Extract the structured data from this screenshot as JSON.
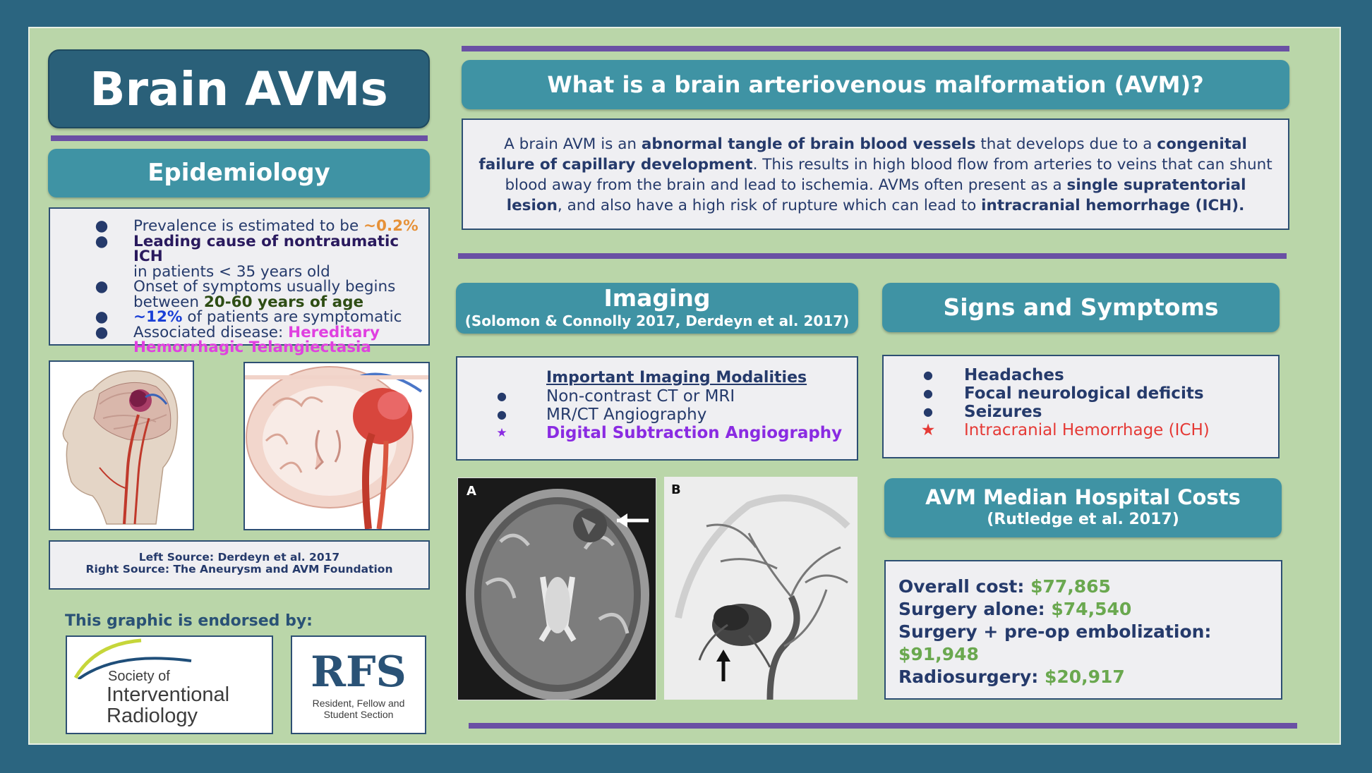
{
  "title": "Brain AVMs",
  "epidemiology": {
    "heading": "Epidemiology",
    "prevalence_pre": "Prevalence is estimated to be ",
    "prevalence_value": "~0.2%",
    "leading_cause": "Leading cause of nontraumatic ICH",
    "leading_cause_cont": "in patients < 35 years old",
    "onset_pre": "Onset of symptoms usually begins",
    "onset_between": "between ",
    "onset_value": "20-60 years of age",
    "symptomatic_value": "~12%",
    "symptomatic_post": " of patients are symptomatic",
    "associated_pre": "Associated disease: ",
    "associated_value_1": "Hereditary",
    "associated_value_2": "Hemorrhagic Telangiectasia"
  },
  "sources": {
    "left": "Left Source: Derdeyn et al. 2017",
    "right": "Right Source: The Aneurysm and AVM Foundation"
  },
  "endorsed": {
    "label": "This graphic is endorsed by:",
    "sir_line1": "Society of",
    "sir_line2": "Interventional",
    "sir_line3": "Radiology",
    "rfs_title": "RFS",
    "rfs_line1": "Resident, Fellow and",
    "rfs_line2": "Student Section"
  },
  "what_is": {
    "heading": "What is a brain arteriovenous malformation (AVM)?",
    "t1": "A brain AVM is an ",
    "b1": "abnormal tangle of brain blood vessels",
    "t2": " that develops due to a ",
    "b2": "congenital failure of capillary development",
    "t3": ". This results in high blood flow from arteries to veins that can shunt blood away from the brain and lead to ischemia. AVMs often present as a ",
    "b3": "single supratentorial lesion",
    "t4": ", and also have a high risk of rupture which can lead to ",
    "b4": "intracranial hemorrhage (ICH)."
  },
  "imaging": {
    "heading": "Imaging",
    "citation": "(Solomon & Connolly 2017, Derdeyn et al. 2017)",
    "subheading": "Important Imaging Modalities",
    "items": [
      "Non-contrast CT or MRI",
      "MR/CT Angiography",
      "Digital Subtraction Angiography"
    ],
    "panel_a": "A",
    "panel_b": "B"
  },
  "signs": {
    "heading": "Signs and Symptoms",
    "items": [
      "Headaches",
      "Focal neurological deficits",
      "Seizures",
      "Intracranial Hemorrhage (ICH)"
    ]
  },
  "costs": {
    "heading": "AVM Median Hospital Costs",
    "citation": "(Rutledge et al. 2017)",
    "rows": [
      {
        "label": "Overall cost: ",
        "value": "$77,865"
      },
      {
        "label": "Surgery alone: ",
        "value": "$74,540"
      },
      {
        "label": "Surgery + pre-op embolization: ",
        "value": "$91,948"
      },
      {
        "label": "Radiosurgery: ",
        "value": "$20,917"
      }
    ]
  },
  "colors": {
    "background": "#2b6580",
    "panel": "#bad6a9",
    "header_teal": "#3f93a4",
    "title_navy": "#2a6079",
    "divider_purple": "#6a50a4",
    "text_navy": "#253a6b",
    "orange": "#e69138",
    "magenta": "#e040e0",
    "purple": "#8a2be2",
    "red": "#e53935",
    "green": "#6aa84f"
  }
}
